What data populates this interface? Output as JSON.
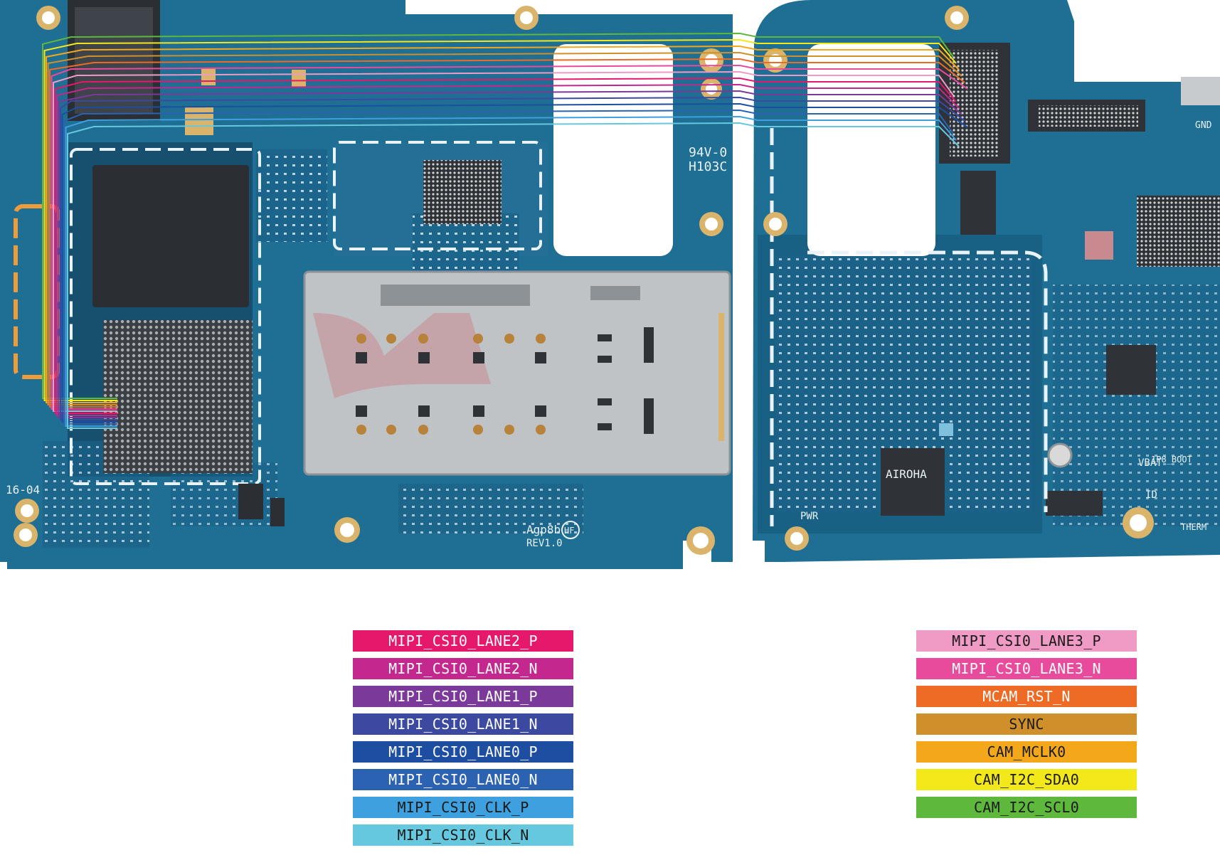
{
  "board_markings": {
    "model": "Agp8b",
    "revision": "REV1.0",
    "hf_mark": "HF",
    "rating": "94V-0",
    "code": "H103C",
    "date": "16-04",
    "shield_chip": "AIROHA",
    "pad_labels": [
      "PWR",
      "VBAT",
      "1P8_BOOT",
      "ID",
      "THERM",
      "GND"
    ]
  },
  "legend": {
    "left": [
      {
        "label": "MIPI_CSI0_LANE2_P",
        "color": "#e5186c",
        "text_color": "#ffffff"
      },
      {
        "label": "MIPI_CSI0_LANE2_N",
        "color": "#c4278e",
        "text_color": "#ffffff"
      },
      {
        "label": "MIPI_CSI0_LANE1_P",
        "color": "#7b3a9a",
        "text_color": "#ffffff"
      },
      {
        "label": "MIPI_CSI0_LANE1_N",
        "color": "#3b4aa0",
        "text_color": "#ffffff"
      },
      {
        "label": "MIPI_CSI0_LANE0_P",
        "color": "#1d4ea2",
        "text_color": "#ffffff"
      },
      {
        "label": "MIPI_CSI0_LANE0_N",
        "color": "#2b62b1",
        "text_color": "#ffffff"
      },
      {
        "label": "MIPI_CSI0_CLK_P",
        "color": "#3ea0de",
        "text_color": "#1a1a1a"
      },
      {
        "label": "MIPI_CSI0_CLK_N",
        "color": "#66c8df",
        "text_color": "#1a1a1a"
      }
    ],
    "right": [
      {
        "label": "MIPI_CSI0_LANE3_P",
        "color": "#ef9bc6",
        "text_color": "#1a1a1a"
      },
      {
        "label": "MIPI_CSI0_LANE3_N",
        "color": "#e84a9c",
        "text_color": "#ffffff"
      },
      {
        "label": "MCAM_RST_N",
        "color": "#ee6b25",
        "text_color": "#ffffff"
      },
      {
        "label": "SYNC",
        "color": "#cf902c",
        "text_color": "#1a1a1a"
      },
      {
        "label": "CAM_MCLK0",
        "color": "#f3a71a",
        "text_color": "#1a1a1a"
      },
      {
        "label": "CAM_I2C_SDA0",
        "color": "#f3e81a",
        "text_color": "#1a1a1a"
      },
      {
        "label": "CAM_I2C_SCL0",
        "color": "#5db83c",
        "text_color": "#1a1a1a"
      }
    ]
  },
  "colors": {
    "pcb": "#1f6e93",
    "pcb_dark": "#0f4f70",
    "silkscreen": "#e8f2f7",
    "gold": "#d9b46a",
    "shield": "#bfc3c6",
    "chip": "#2f3338"
  }
}
